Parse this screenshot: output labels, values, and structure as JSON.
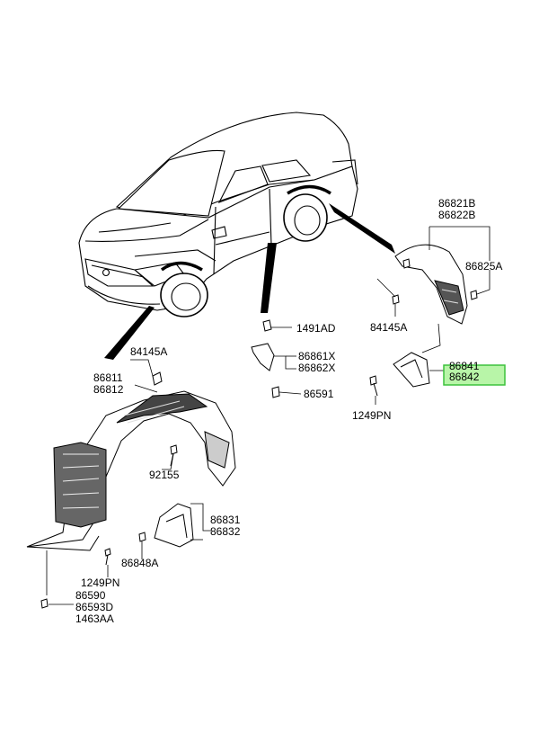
{
  "diagram": {
    "labels": {
      "front_liner": [
        "86811",
        "86812"
      ],
      "front_nut_top": "84145A",
      "front_bolt": "92155",
      "mudguard_front": [
        "86831",
        "86832"
      ],
      "front_nut_lower": "86848A",
      "front_screw": "1249PN",
      "front_clips": [
        "86590",
        "86593D",
        "1463AA"
      ],
      "rocker_top": "1491AD",
      "rocker_bracket": [
        "86861X",
        "86862X"
      ],
      "rocker_clip": "86591",
      "rear_liner": [
        "86821B",
        "86822B"
      ],
      "rear_nut_right": "86825A",
      "rear_nut_left": "84145A",
      "rear_mudguard": [
        "86841",
        "86842"
      ],
      "rear_screw": "1249PN"
    },
    "highlight": {
      "label": "86842",
      "fill": "#b8f5a8",
      "stroke": "#3cc23c"
    }
  }
}
